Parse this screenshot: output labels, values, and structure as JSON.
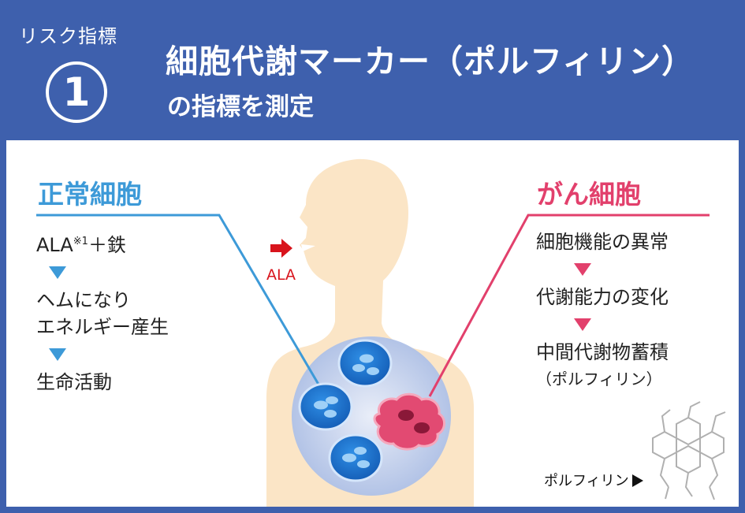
{
  "header": {
    "risk_label": "リスク指標",
    "risk_number": "1",
    "title": "細胞代謝マーカー（ポルフィリン）",
    "subtitle": "の指標を測定"
  },
  "left": {
    "heading": "正常細胞",
    "ala_text": "ALA",
    "ala_note": "※1",
    "ala_suffix": "＋鉄",
    "step2_line1": "ヘムになり",
    "step2_line2": "エネルギー産生",
    "step3": "生命活動"
  },
  "right": {
    "heading": "がん細胞",
    "step1": "細胞機能の異常",
    "step2": "代謝能力の変化",
    "step3": "中間代謝物蓄積",
    "step3_sub": "（ポルフィリン）"
  },
  "figure": {
    "ala_label": "ALA",
    "porphyrin_caption": "ポルフィリン"
  },
  "colors": {
    "header_bg": "#3e60ad",
    "normal_blue": "#3d9ad8",
    "cancer_pink": "#e2406c",
    "body_skin": "#fbe5c6"
  }
}
